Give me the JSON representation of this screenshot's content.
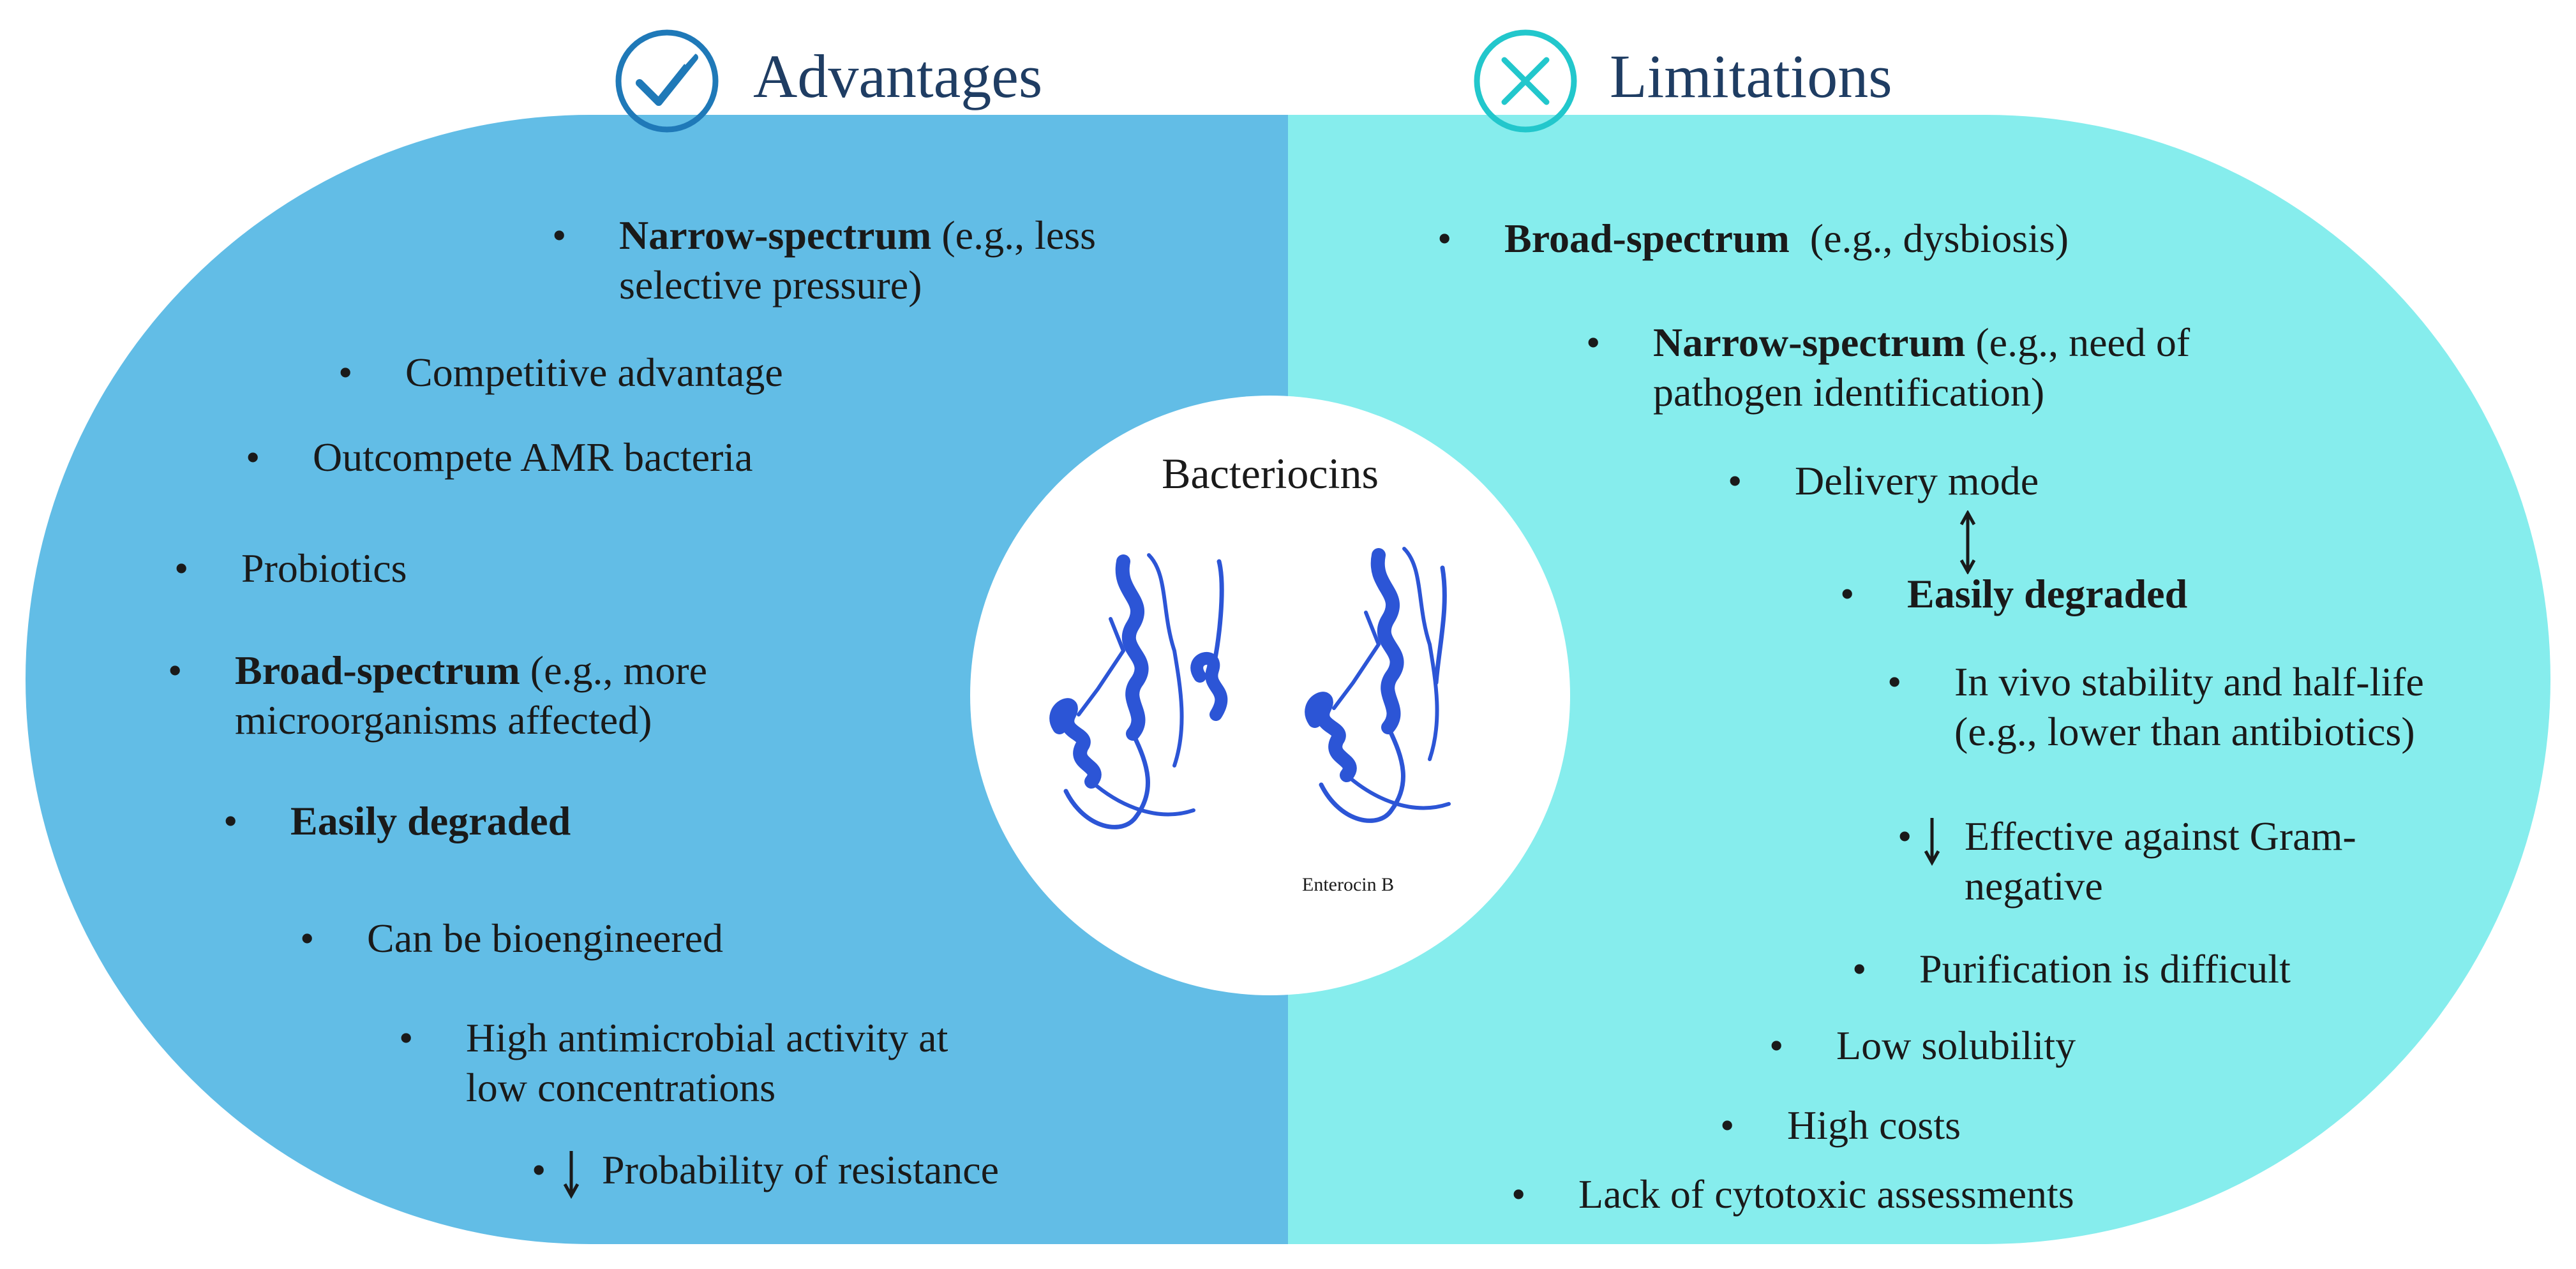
{
  "colors": {
    "advantages_bg": "#62bde6",
    "limitations_bg": "#86eded",
    "advantages_accent": "#1f79b8",
    "limitations_accent": "#22c7cc",
    "heading_text": "#1f3d63",
    "protein": "#2c55d6"
  },
  "advantages": {
    "icon": "checkmark-circle-icon",
    "title": "Advantages",
    "items": [
      {
        "bold": "Narrow-spectrum",
        "text": " (e.g., less",
        "line2": "selective pressure)"
      },
      {
        "bold": "",
        "text": "Competitive advantage",
        "line2": ""
      },
      {
        "bold": "",
        "text": "Outcompete AMR bacteria",
        "line2": ""
      },
      {
        "bold": "",
        "text": "Probiotics",
        "line2": ""
      },
      {
        "bold": "Broad-spectrum",
        "text": " (e.g., more",
        "line2": "microorganisms affected)"
      },
      {
        "bold": "Easily degraded",
        "text": "",
        "line2": ""
      },
      {
        "bold": "",
        "text": "Can be bioengineered",
        "line2": ""
      },
      {
        "bold": "",
        "text": "High antimicrobial activity at",
        "line2": "low concentrations"
      },
      {
        "bold": "",
        "text": "Probability of resistance",
        "line2": "",
        "arrow": "down-arrow-icon"
      }
    ]
  },
  "limitations": {
    "icon": "x-circle-icon",
    "title": "Limitations",
    "items": [
      {
        "bold": "Broad-spectrum",
        "text": "  (e.g., dysbiosis)",
        "line2": ""
      },
      {
        "bold": "Narrow-spectrum",
        "text": " (e.g., need of",
        "line2": "pathogen identification)"
      },
      {
        "bold": "",
        "text": "Delivery mode",
        "line2": ""
      },
      {
        "bold": "Easily degraded",
        "text": "",
        "line2": ""
      },
      {
        "bold": "",
        "text": "In vivo stability and half-life",
        "line2": "(e.g., lower than antibiotics)"
      },
      {
        "bold": "",
        "text": "Effective against Gram-",
        "line2": "negative",
        "arrow": "down-arrow-icon"
      },
      {
        "bold": "",
        "text": "Purification is difficult",
        "line2": ""
      },
      {
        "bold": "",
        "text": "Low solubility",
        "line2": ""
      },
      {
        "bold": "",
        "text": "High costs",
        "line2": ""
      },
      {
        "bold": "",
        "text": "Lack of cytotoxic assessments",
        "line2": ""
      }
    ],
    "connector_icon": "up-down-arrow-icon"
  },
  "center": {
    "title": "Bacteriocins",
    "protein_label": "Enterocin B",
    "image": "enterocin-b-protein-structure"
  }
}
